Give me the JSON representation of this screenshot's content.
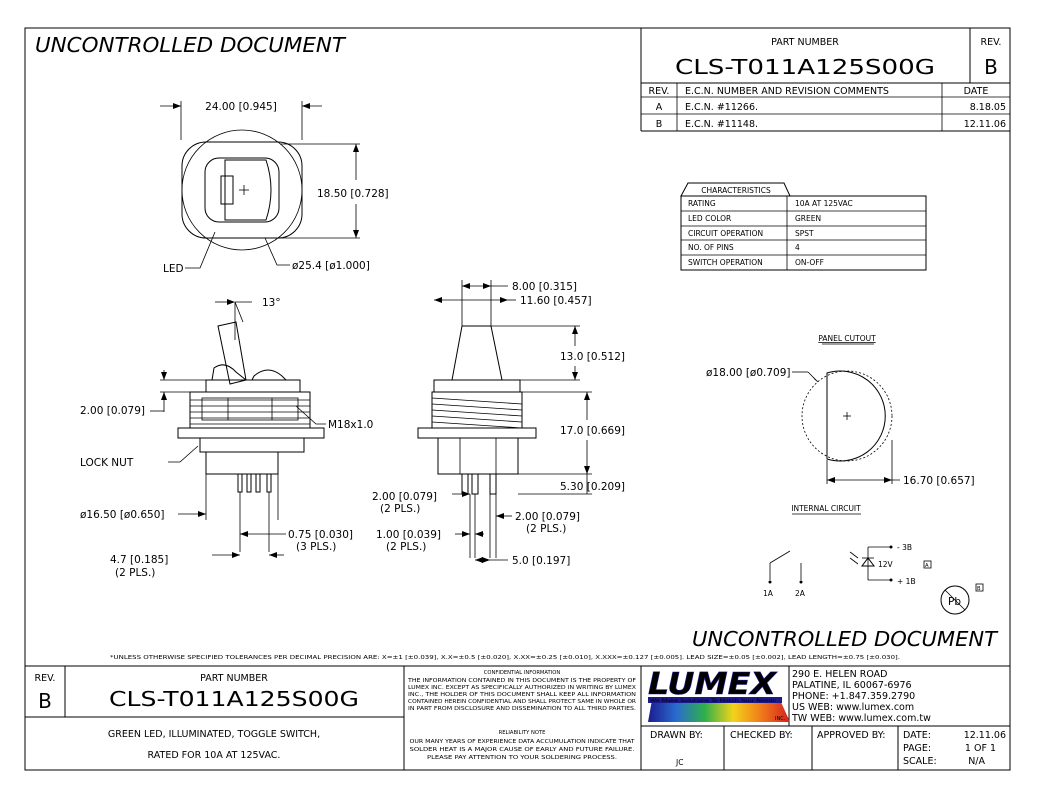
{
  "header": {
    "watermark": "UNCONTROLLED DOCUMENT",
    "part_number_label": "PART NUMBER",
    "part_number": "CLS-T011A125S00G",
    "rev_label": "REV.",
    "rev": "B",
    "revision_table": {
      "headers": [
        "REV.",
        "E.C.N. NUMBER AND REVISION COMMENTS",
        "DATE"
      ],
      "rows": [
        {
          "rev": "A",
          "comment": "E.C.N. #11266.",
          "date": "8.18.05"
        },
        {
          "rev": "B",
          "comment": "E.C.N. #11148.",
          "date": "12.11.06"
        }
      ]
    }
  },
  "characteristics": {
    "title": "CHARACTERISTICS",
    "rows": [
      {
        "label": "RATING",
        "value": "10A AT 125VAC"
      },
      {
        "label": "LED COLOR",
        "value": "GREEN"
      },
      {
        "label": "CIRCUIT OPERATION",
        "value": "SPST"
      },
      {
        "label": "NO. OF PINS",
        "value": "4"
      },
      {
        "label": "SWITCH OPERATION",
        "value": "ON-OFF"
      }
    ]
  },
  "top_view": {
    "width_dim": "24.00 [0.945]",
    "height_dim": "18.50 [0.728]",
    "led_label": "LED",
    "diameter_dim": "ø25.4 [ø1.000]"
  },
  "side_view_left": {
    "angle": "13°",
    "dim_200": "2.00 [0.079]",
    "thread": "M18x1.0",
    "lock_nut": "LOCK NUT",
    "dia_1650": "ø16.50 [ø0.650]",
    "dim_075": "0.75 [0.030]",
    "dim_075_note": "(3 PLS.)",
    "dim_47": "4.7 [0.185]",
    "dim_47_note": "(2 PLS.)"
  },
  "side_view_right": {
    "dim_800": "8.00 [0.315]",
    "dim_1160": "11.60 [0.457]",
    "dim_130": "13.0 [0.512]",
    "dim_170": "17.0 [0.669]",
    "dim_530": "5.30 [0.209]",
    "dim_200a": "2.00 [0.079]",
    "dim_200a_note": "(2 PLS.)",
    "dim_200b": "2.00 [0.079]",
    "dim_200b_note": "(2 PLS.)",
    "dim_100": "1.00 [0.039]",
    "dim_100_note": "(2 PLS.)",
    "dim_50": "5.0 [0.197]"
  },
  "panel_cutout": {
    "title": "PANEL CUTOUT",
    "diameter": "ø18.00 [ø0.709]",
    "flat": "16.70 [0.657]"
  },
  "internal_circuit": {
    "title": "INTERNAL CIRCUIT",
    "pin_3b": "- 3B",
    "voltage": "12V",
    "pin_1b": "+ 1B",
    "pin_1a": "1A",
    "pin_2a": "2A",
    "pb_symbol": "Pb"
  },
  "tolerance_note": "*UNLESS OTHERWISE SPECIFIED TOLERANCES PER DECIMAL PRECISION ARE: X=±1 [±0.039], X.X=±0.5 [±0.020], X.XX=±0.25 [±0.010], X.XXX=±0.127 [±0.005].   LEAD SIZE=±0.05 [±0.002], LEAD LENGTH=±0.75 [±0.030].",
  "title_block": {
    "rev_label": "REV.",
    "rev": "B",
    "part_number_label": "PART NUMBER",
    "part_number": "CLS-T011A125S00G",
    "description_line1": "GREEN LED, ILLUMINATED, TOGGLE SWITCH,",
    "description_line2": "RATED FOR 10A AT 125VAC.",
    "confidential_title": "CONFIDENTIAL INFORMATION",
    "confidential_lines": [
      "THE INFORMATION CONTAINED IN THIS DOCUMENT IS THE PROPERTY OF",
      "LUMEX INC. EXCEPT AS SPECIFICALLY AUTHORIZED IN WRITING BY LUMEX",
      "INC., THE HOLDER OF THIS DOCUMENT SHALL KEEP ALL INFORMATION",
      "CONTAINED HEREIN CONFIDENTIAL AND SHALL PROTECT SAME IN WHOLE OR",
      "IN PART FROM DISCLOSURE AND DISSEMINATION TO ALL THIRD PARTIES."
    ],
    "reliability_title": "RELIABILITY NOTE",
    "reliability_lines": [
      "OUR MANY YEARS OF EXPERIENCE DATA ACCUMULATION INDICATE THAT",
      "SOLDER HEAT IS A MAJOR CAUSE OF EARLY AND FUTURE FAILURE.",
      "PLEASE PAY ATTENTION TO YOUR SOLDERING PROCESS."
    ],
    "logo_text": "LUMEX",
    "logo_tagline": "We Make Solutions To Match Your Needs",
    "logo_inc": "INC.",
    "address_lines": [
      "290 E. HELEN ROAD",
      "PALATINE, IL  60067-6976",
      "PHONE: +1.847.359.2790",
      "US WEB:  www.lumex.com",
      "TW WEB:  www.lumex.com.tw"
    ],
    "drawn_by_label": "DRAWN BY:",
    "drawn_by": "JC",
    "checked_by_label": "CHECKED BY:",
    "approved_by_label": "APPROVED BY:",
    "date_label": "DATE:",
    "date": "12.11.06",
    "page_label": "PAGE:",
    "page": "1 OF 1",
    "scale_label": "SCALE:",
    "scale": "N/A"
  }
}
